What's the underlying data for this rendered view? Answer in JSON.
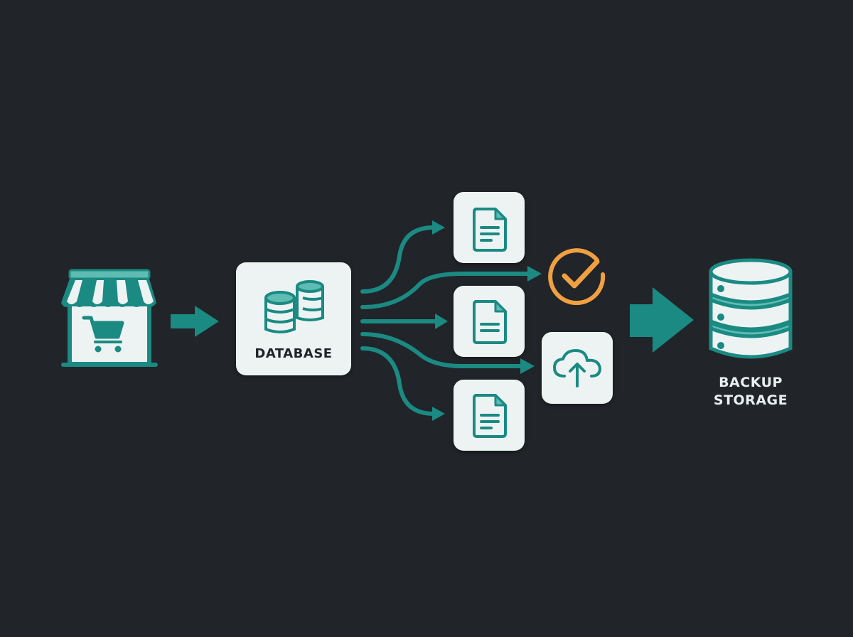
{
  "diagram": {
    "title": "",
    "nodes": {
      "store": {
        "icon": "storefront-cart-icon"
      },
      "database": {
        "label": "DATABASE",
        "icon": "database-cylinders-icon"
      },
      "documents": [
        {
          "icon": "document-icon"
        },
        {
          "icon": "document-icon"
        },
        {
          "icon": "document-icon"
        }
      ],
      "verified": {
        "icon": "check-circle-icon"
      },
      "cloud_upload": {
        "icon": "cloud-upload-icon"
      },
      "backup_storage": {
        "label_line1": "BACKUP",
        "label_line2": "STORAGE",
        "icon": "server-stack-icon"
      }
    },
    "edges": [
      {
        "from": "store",
        "to": "database"
      },
      {
        "from": "database",
        "to": "documents.0"
      },
      {
        "from": "database",
        "to": "verified"
      },
      {
        "from": "database",
        "to": "documents.1"
      },
      {
        "from": "database",
        "to": "cloud_upload"
      },
      {
        "from": "database",
        "to": "documents.2"
      },
      {
        "from": "verified/cloud_upload",
        "to": "backup_storage"
      }
    ],
    "colors": {
      "background": "#212428",
      "teal": "#1a8a83",
      "teal_light": "#5fbcb2",
      "card": "#edf3f3",
      "orange": "#f0a040",
      "text_dark": "#1f2428",
      "text_light": "#e9efef"
    }
  }
}
